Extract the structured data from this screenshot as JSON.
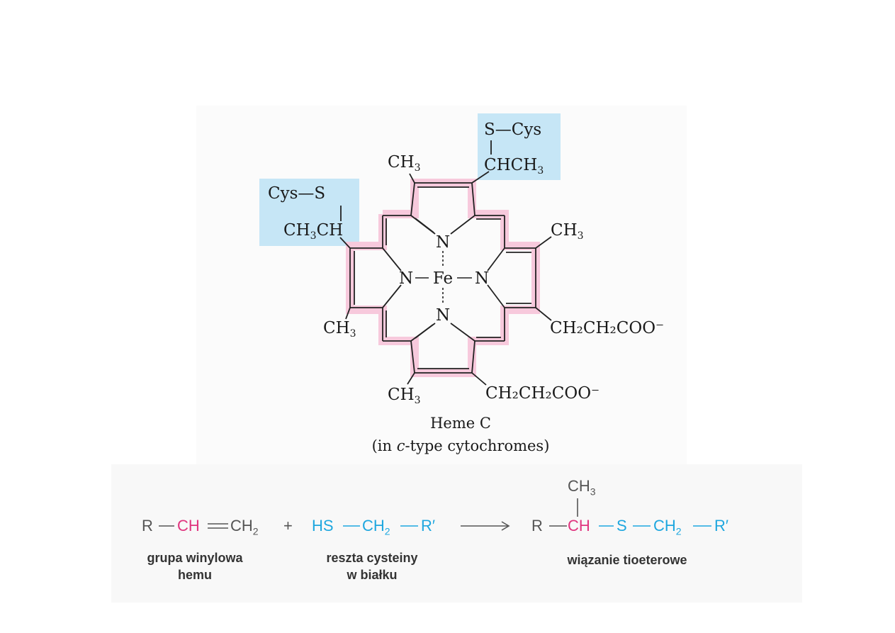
{
  "colors": {
    "ring_highlight": "#f7c9dc",
    "box_highlight": "#c6e6f6",
    "magenta": "#e0357f",
    "cyan": "#1ea7df",
    "gray": "#555555"
  },
  "heme": {
    "center_atom": "Fe",
    "nitrogen": "N",
    "box_top_right": {
      "line1": "S—Cys",
      "line2": "CHCH",
      "line2_sub": "3"
    },
    "box_left": {
      "line1": "Cys—S",
      "line2": "CH",
      "line2_sub": "3",
      "line2_end": "CH"
    },
    "ch3_top": "CH",
    "ch3_top_sub": "3",
    "ch3_right": "CH",
    "ch3_right_sub": "3",
    "ch3_left": "CH",
    "ch3_left_sub": "3",
    "ch3_bottom": "CH",
    "ch3_bottom_sub": "3",
    "propionate_right": "CH₂CH₂COO⁻",
    "propionate_bottom": "CH₂CH₂COO⁻",
    "caption_line1": "Heme C",
    "caption_line2_pre": "(in ",
    "caption_line2_italic": "c",
    "caption_line2_post": "-type cytochromes)"
  },
  "reaction": {
    "r": "R",
    "ch": "CH",
    "ch2": "CH",
    "sub2": "2",
    "plus": "+",
    "hs": "HS",
    "r_prime": "R′",
    "s": "S",
    "ch3": "CH",
    "sub3": "3",
    "label_vinyl_line1": "grupa winylowa",
    "label_vinyl_line2": "hemu",
    "label_cys_line1": "reszta cysteiny",
    "label_cys_line2": "w białku",
    "label_thioether": "wiązanie tioeterowe"
  }
}
